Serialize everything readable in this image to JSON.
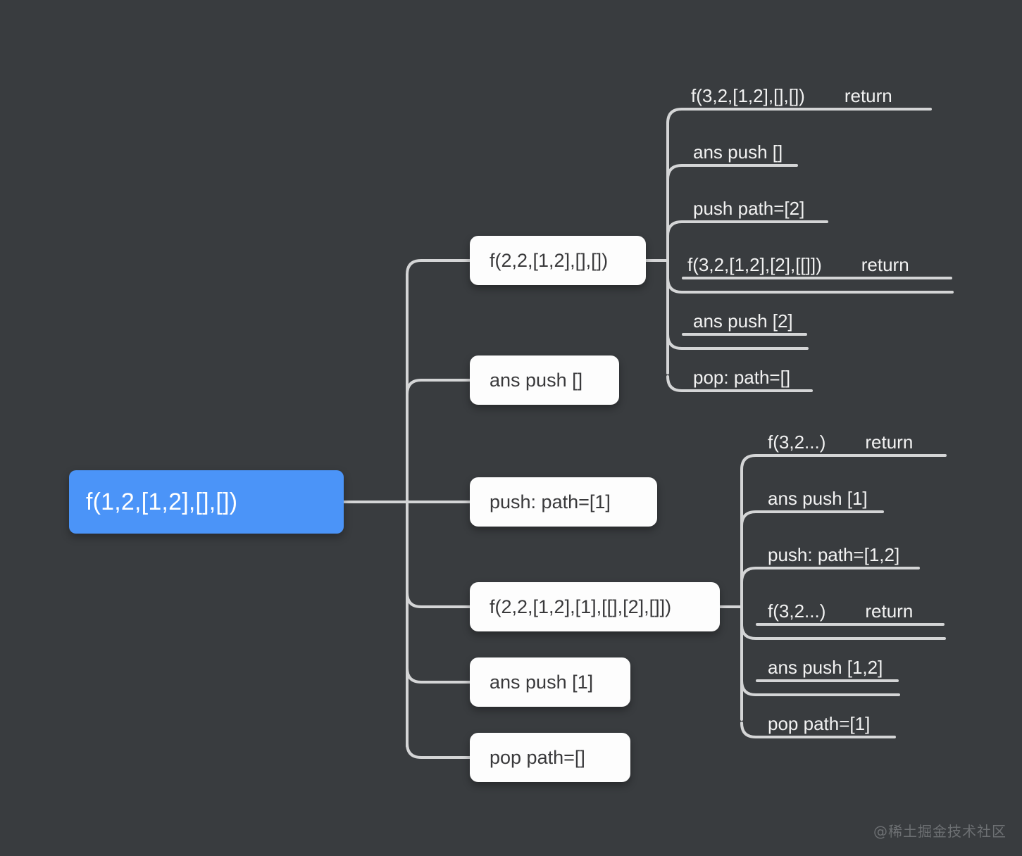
{
  "theme": {
    "background": "#393c3f",
    "root_fill": "#4b94f8",
    "root_text": "#ffffff",
    "box_fill": "#fdfdfd",
    "box_text": "#39393b",
    "edge_color": "#d4d5d6",
    "leaf_text": "#f2f2f2",
    "watermark_color": "#6d7073"
  },
  "diagram": {
    "type": "mindmap",
    "root": {
      "label": "f(1,2,[1,2],[],[])"
    },
    "branches": [
      {
        "id": "branch-1",
        "label": "f(2,2,[1,2],[],[])",
        "style": "box",
        "children": [
          {
            "id": "b1-c1",
            "label": "f(3,2,[1,2],[],[])",
            "suffix": "return",
            "style": "leaf"
          },
          {
            "id": "b1-c2",
            "label": "ans push []",
            "suffix": "",
            "style": "leaf"
          },
          {
            "id": "b1-c3",
            "label": "push path=[2]",
            "suffix": "",
            "style": "leaf"
          },
          {
            "id": "b1-c4",
            "label": "f(3,2,[1,2],[2],[[]])",
            "suffix": "return",
            "style": "leaf"
          },
          {
            "id": "b1-c5",
            "label": "ans push [2]",
            "suffix": "",
            "style": "leaf"
          },
          {
            "id": "b1-c6",
            "label": "pop: path=[]",
            "suffix": "",
            "style": "leaf"
          }
        ]
      },
      {
        "id": "branch-2",
        "label": "ans push []",
        "style": "box",
        "children": []
      },
      {
        "id": "branch-3",
        "label": "push: path=[1]",
        "style": "box",
        "children": []
      },
      {
        "id": "branch-4",
        "label": "f(2,2,[1,2],[1],[[],[2],[]])",
        "style": "box",
        "children": [
          {
            "id": "b4-c1",
            "label": "f(3,2...)",
            "suffix": "return",
            "style": "leaf"
          },
          {
            "id": "b4-c2",
            "label": "ans push [1]",
            "suffix": "",
            "style": "leaf"
          },
          {
            "id": "b4-c3",
            "label": "push: path=[1,2]",
            "suffix": "",
            "style": "leaf"
          },
          {
            "id": "b4-c4",
            "label": "f(3,2...)",
            "suffix": "return",
            "style": "leaf"
          },
          {
            "id": "b4-c5",
            "label": "ans push [1,2]",
            "suffix": "",
            "style": "leaf"
          },
          {
            "id": "b4-c6",
            "label": "pop path=[1]",
            "suffix": "",
            "style": "leaf"
          }
        ]
      },
      {
        "id": "branch-5",
        "label": "ans push [1]",
        "style": "box",
        "children": []
      },
      {
        "id": "branch-6",
        "label": "pop path=[]",
        "style": "box",
        "children": []
      }
    ]
  },
  "watermark": {
    "text": "@稀土掘金技术社区"
  }
}
